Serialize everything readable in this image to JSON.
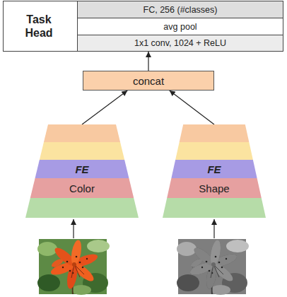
{
  "diagram": {
    "nodes": [
      {
        "text": [
          "Task Head"
        ]
      },
      {
        "text": [
          "FC, 256 (#classes)"
        ],
        "in": 0
      },
      {
        "text": [
          "avg pool"
        ],
        "in": 0
      },
      {
        "text": [
          "1x1 conv, 1024 + ReLU"
        ],
        "in": 0
      },
      {
        "text": [
          "concat"
        ]
      },
      {
        "text": [
          "FE",
          "Color"
        ]
      },
      {
        "text": [
          "FE",
          "Shape"
        ]
      }
    ],
    "edges": [
      {
        "from": 4,
        "to": 0,
        "arrow": "to"
      },
      {
        "from": 5,
        "to": 4,
        "arrow": "to"
      },
      {
        "from": 6,
        "to": 4,
        "arrow": "to"
      }
    ]
  }
}
